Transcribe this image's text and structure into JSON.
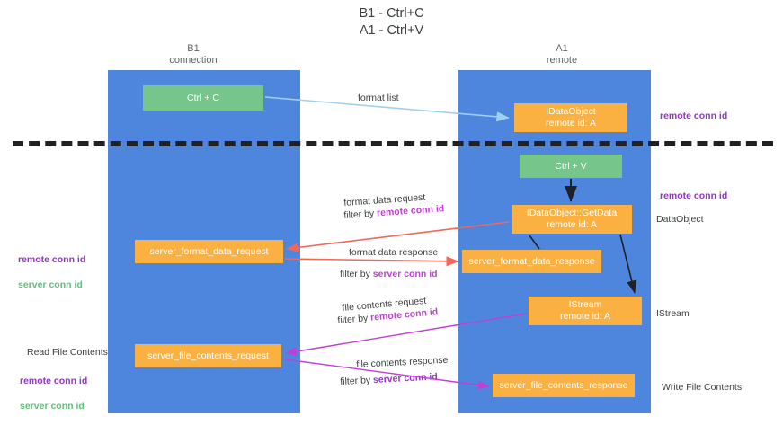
{
  "title": "B1 - Ctrl+C\nA1 - Ctrl+V",
  "columns": {
    "left": "B1\nconnection",
    "right": "A1\nremote"
  },
  "colors": {
    "lane": "#4e86dd",
    "node_orange": "#fbb042",
    "node_green": "#76c58b",
    "accent_purple": "#c13fd6",
    "accent_purple_dark": "#9334c4",
    "accent_green": "#63bd7b",
    "arrow_red": "#f0685a",
    "arrow_blue": "#9fd0f0",
    "arrow_black": "#202124",
    "divider": "#202124"
  },
  "nodes": {
    "ctrl_c": "Ctrl + C",
    "idataobject": "IDataObject\nremote id: A",
    "ctrl_v": "Ctrl + V",
    "getdata": "IDataObject::GetData\nremote id: A",
    "server_format_data_request": "server_format_data_request",
    "server_format_data_response": "server_format_data_response",
    "istream": "IStream\nremote id: A",
    "server_file_contents_request": "server_file_contents_request",
    "server_file_contents_response": "server_file_contents_response"
  },
  "edge_labels": {
    "format_list": "format list",
    "format_data_request": "format data request",
    "format_data_request_filter_prefix": "filter by ",
    "format_data_request_filter_value": "remote conn id",
    "format_data_response": "format data response",
    "format_data_response_filter_prefix": "filter by ",
    "format_data_response_filter_value": "server conn id",
    "file_contents_request": "file contents request",
    "file_contents_request_filter_prefix": "filter by ",
    "file_contents_request_filter_value": "remote conn id",
    "file_contents_response": "file contents response",
    "file_contents_response_filter_prefix": "filter by ",
    "file_contents_response_filter_value": "server conn id"
  },
  "annotations": {
    "right_remote_conn_id_top": "remote conn id",
    "right_remote_conn_id_mid": "remote conn id",
    "right_dataobject": "DataObject",
    "right_istream": "IStream",
    "right_write_file_contents": "Write File Contents",
    "left_remote_conn_id": "remote conn id",
    "left_server_conn_id": "server conn id",
    "left_read_file_contents": "Read File Contents",
    "left_remote_conn_id_2": "remote conn id",
    "left_server_conn_id_2": "server conn id"
  }
}
